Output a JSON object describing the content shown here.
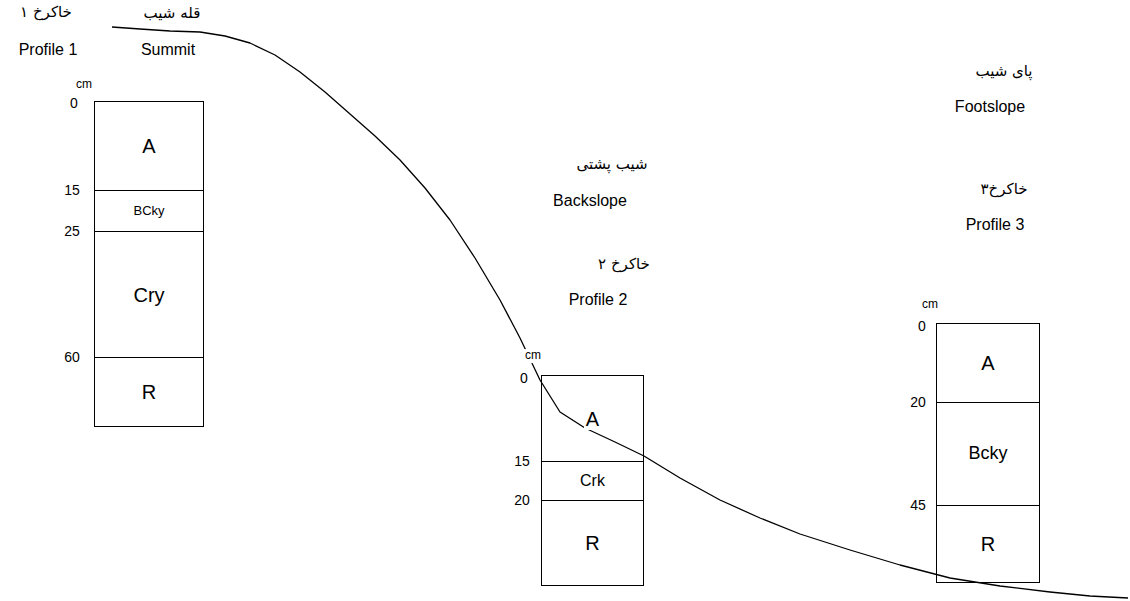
{
  "diagram": {
    "nodes": [
      {
        "text": [
          "A"
        ]
      },
      {
        "text": [
          "BCky"
        ]
      },
      {
        "text": [
          "Cry"
        ]
      },
      {
        "text": [
          "R"
        ]
      },
      {
        "text": [
          "A"
        ]
      },
      {
        "text": [
          "Crk"
        ]
      },
      {
        "text": [
          "R"
        ]
      },
      {
        "text": [
          "A"
        ]
      },
      {
        "text": [
          "Bcky"
        ]
      },
      {
        "text": [
          "R"
        ]
      }
    ],
    "labels": [
      "خاکرخ ۱",
      "Profile 1",
      "قله شیب",
      "Summit",
      "cm",
      "0",
      "15",
      "25",
      "60",
      "شیب پشتی",
      "Backslope",
      "خاکرخ ۲",
      "Profile 2",
      "cm",
      "0",
      "15",
      "20",
      "پای شیب",
      "Footslope",
      "خاکرخ۳",
      "Profile 3",
      "cm",
      "0",
      "20",
      "45"
    ]
  }
}
